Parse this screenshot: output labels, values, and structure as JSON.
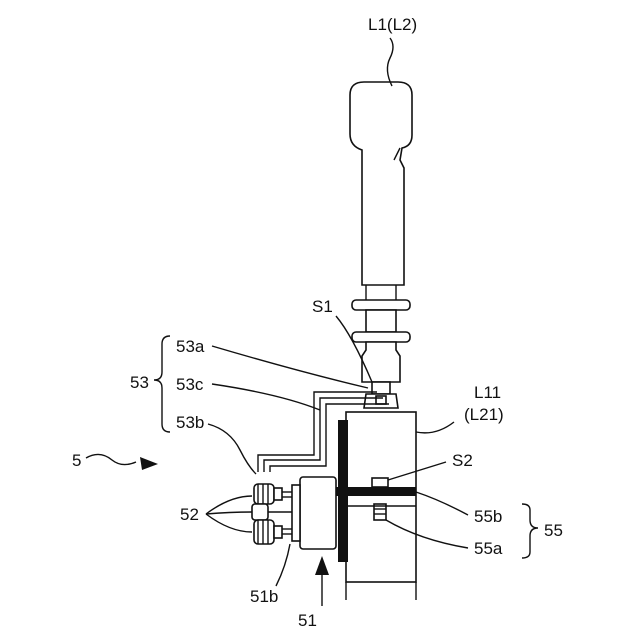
{
  "labels": {
    "l1": "L1(L2)",
    "s1": "S1",
    "l11": "L11",
    "l21": "(L21)",
    "s2": "S2",
    "n53": "53",
    "n53a": "53a",
    "n53c": "53c",
    "n53b": "53b",
    "n5": "5",
    "n52": "52",
    "n55b": "55b",
    "n55": "55",
    "n55a": "55a",
    "n51b": "51b",
    "n51": "51"
  }
}
